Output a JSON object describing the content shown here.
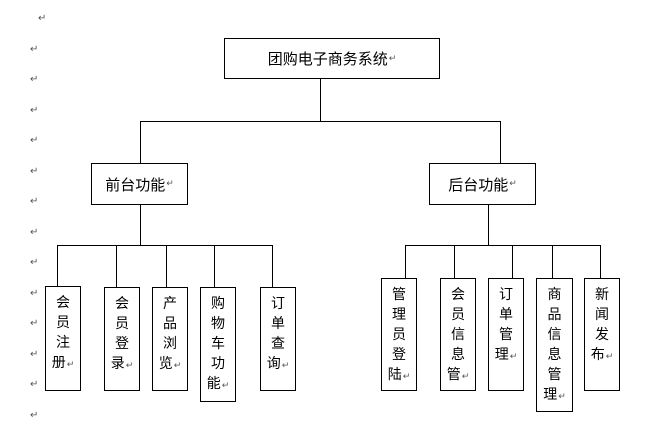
{
  "root": {
    "label": "团购电子商务系统"
  },
  "branches": [
    {
      "label": "前台功能",
      "children": [
        "会员注册",
        "会员登录",
        "产品浏览",
        "购物车功能",
        "订单查询"
      ]
    },
    {
      "label": "后台功能",
      "children": [
        "管理员登陆",
        "会员信息管",
        "订单管理",
        "商品信息管理",
        "新闻发布"
      ]
    }
  ],
  "paragraph_mark": "↵"
}
